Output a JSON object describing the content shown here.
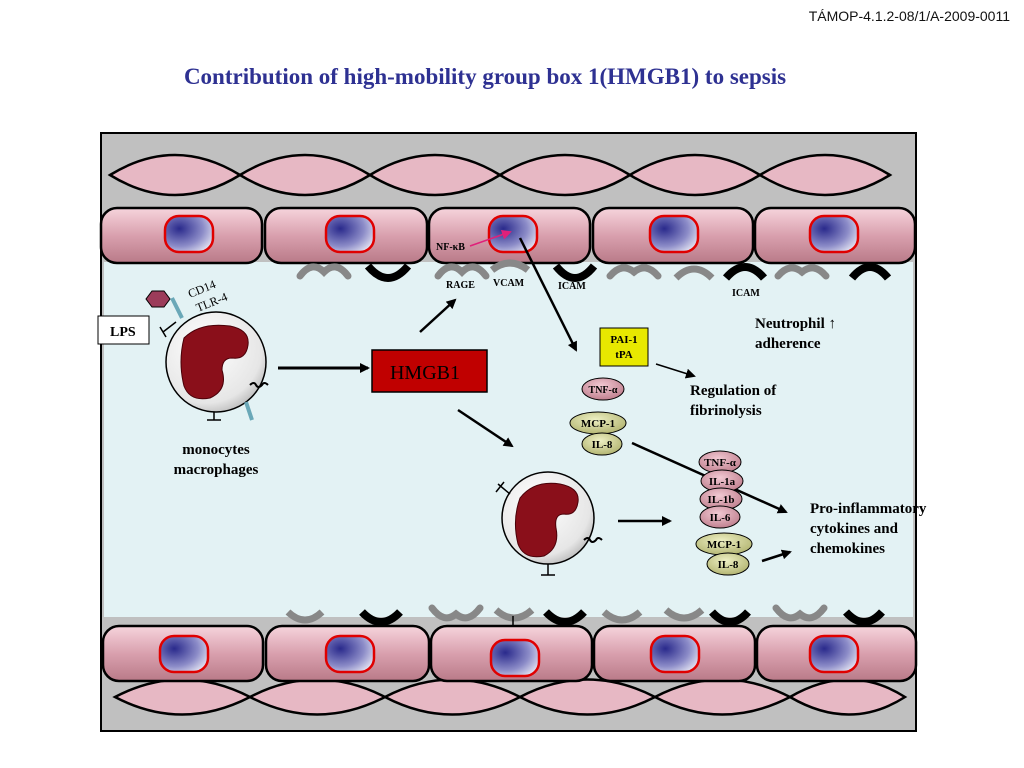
{
  "header": {
    "code": "TÁMOP-4.1.2-08/1/A-2009-0011"
  },
  "title": "Contribution of high-mobility group box 1(HMGB1) to sepsis",
  "labels": {
    "nfkb": "NF-κB",
    "rage": "RAGE",
    "vcam": "VCAM",
    "icam1": "ICAM",
    "icam2": "ICAM",
    "lps": "LPS",
    "cd14": "CD14",
    "tlr4": "TLR-4",
    "hmgb1": "HMGB1",
    "monocytes": "monocytes",
    "macrophages": "macrophages",
    "pai1": "PAI-1",
    "tpa": "tPA",
    "tnfa1": "TNF-α",
    "mcp1a": "MCP-1",
    "il8a": "IL-8",
    "regulation1": "Regulation of",
    "regulation2": "fibrinolysis",
    "neutrophil1": "Neutrophil ↑",
    "neutrophil2": "adherence",
    "tnfa2": "TNF-α",
    "il1a": "IL-1a",
    "il1b": "IL-1b",
    "il6": "IL-6",
    "mcp1b": "MCP-1",
    "il8b": "IL-8",
    "proinflam1": "Pro-inflammatory",
    "proinflam2": "cytokines and",
    "proinflam3": "chemokines"
  },
  "colors": {
    "title": "#2e3192",
    "vessel_gray": "#c0c0c0",
    "lumen": "#e3f2f4",
    "endothelial_pink": "#d9a0ae",
    "nucleus_border": "#e00000",
    "hmgb1_box": "#c00000",
    "pai_box": "#e8e800",
    "cytokine_pink": "#c9808f",
    "cytokine_green": "#c9cc88"
  }
}
